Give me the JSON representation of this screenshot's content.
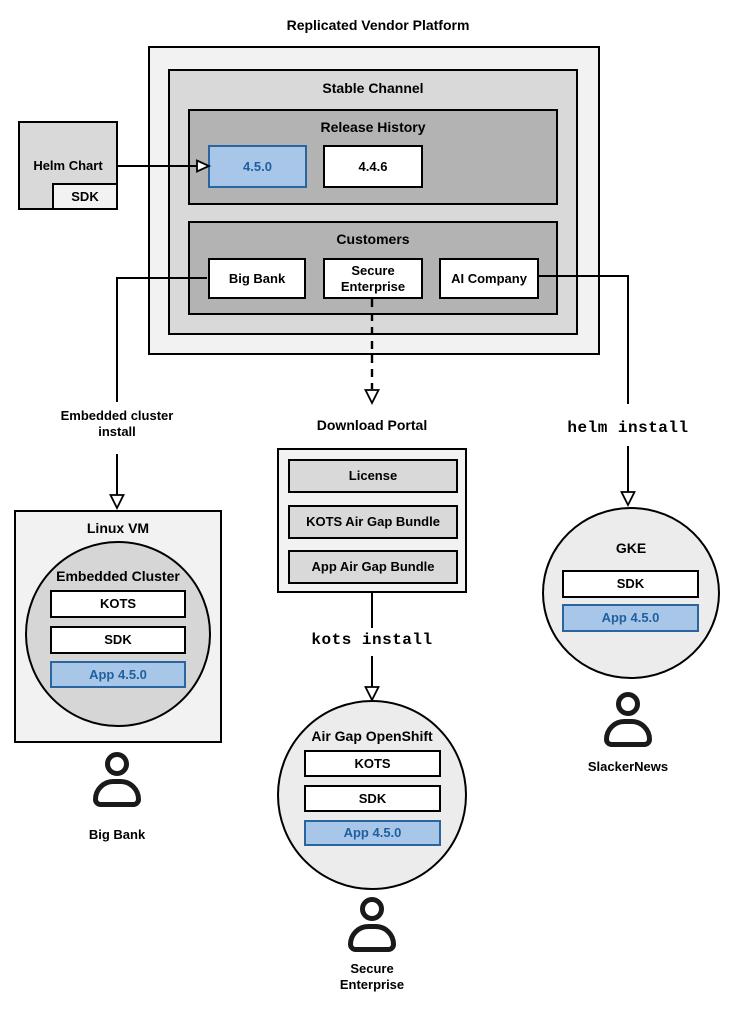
{
  "diagram_title": "Replicated Vendor Platform",
  "colors": {
    "highlight_fill": "#a8c7e8",
    "highlight_border": "#2a65a0",
    "highlight_text": "#2060a0",
    "box_border": "#000000"
  },
  "stable_channel": {
    "title": "Stable Channel",
    "release_history": {
      "title": "Release History",
      "current_release": "4.5.0",
      "previous_release": "4.4.6"
    },
    "customers": {
      "title": "Customers",
      "names": [
        "Big Bank",
        "Secure Enterprise",
        "AI Company"
      ]
    }
  },
  "helm_chart": {
    "label": "Helm Chart",
    "sdk": "SDK"
  },
  "left_flow": {
    "install_label": "Embedded cluster install",
    "vm_title": "Linux VM",
    "cluster_title": "Embedded Cluster",
    "components": [
      "KOTS",
      "SDK",
      "App 4.5.0"
    ],
    "user": "Big Bank"
  },
  "middle_flow": {
    "portal_title": "Download Portal",
    "portal_items": [
      "License",
      "KOTS Air Gap Bundle",
      "App Air Gap Bundle"
    ],
    "install_label": "kots install",
    "cluster_title": "Air Gap OpenShift",
    "components": [
      "KOTS",
      "SDK",
      "App 4.5.0"
    ],
    "user": "Secure Enterprise"
  },
  "right_flow": {
    "install_label": "helm install",
    "cluster_title": "GKE",
    "components": [
      "SDK",
      "App 4.5.0"
    ],
    "user": "SlackerNews"
  }
}
